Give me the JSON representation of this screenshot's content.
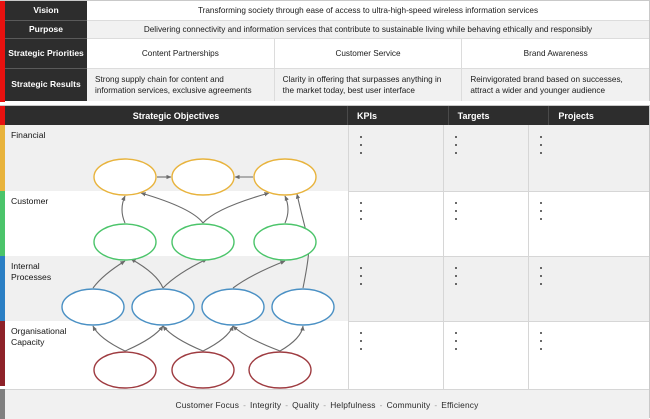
{
  "top_table": {
    "rows": [
      {
        "label": "Vision",
        "type": "single",
        "cells": [
          "Transforming society through ease of access to ultra-high-speed wireless information services"
        ]
      },
      {
        "label": "Purpose",
        "type": "single",
        "cells": [
          "Delivering connectivity and information services that contribute to sustainable living while behaving ethically and responsibly"
        ]
      },
      {
        "label": "Strategic\nPriorities",
        "type": "triple-center",
        "cells": [
          "Content Partnerships",
          "Customer Service",
          "Brand Awareness"
        ]
      },
      {
        "label": "Strategic\nResults",
        "type": "triple-left",
        "cells": [
          "Strong supply chain for content and information services, exclusive agreements",
          "Clarity in offering that surpasses anything in the market today, best user interface",
          "Reinvigorated brand based on successes, attract a wider and younger audience"
        ]
      }
    ]
  },
  "map": {
    "header": {
      "objectives": "Strategic Objectives",
      "kpis": "KPIs",
      "targets": "Targets",
      "projects": "Projects"
    },
    "perspectives": [
      {
        "name": "Financial",
        "label": "Financial",
        "rail_color": "#e8b33c",
        "node_color": "#e8b33c",
        "node_count": 3,
        "bullets": 3
      },
      {
        "name": "Customer",
        "label": "Customer",
        "rail_color": "#4bc46a",
        "node_color": "#4bc46a",
        "node_count": 3,
        "bullets": 3
      },
      {
        "name": "Internal Processes",
        "label": "Internal\nProcesses",
        "rail_color": "#2b7fc4",
        "node_color": "#4a90c4",
        "node_count": 4,
        "bullets": 3
      },
      {
        "name": "Organisational Capacity",
        "label": "Organisational\nCapacity",
        "rail_color": "#8e2229",
        "node_color": "#9e3b40",
        "node_count": 3,
        "bullets": 3
      }
    ],
    "values_strip": [
      "Customer Focus",
      "Integrity",
      "Quality",
      "Helpfulness",
      "Community",
      "Efficiency"
    ],
    "values_separator": "-"
  },
  "colors": {
    "accent_red": "#e8110f",
    "header_dark": "#2d2d2d",
    "band_shade": "#f0f0f0",
    "connector": "#6b6b6b"
  }
}
